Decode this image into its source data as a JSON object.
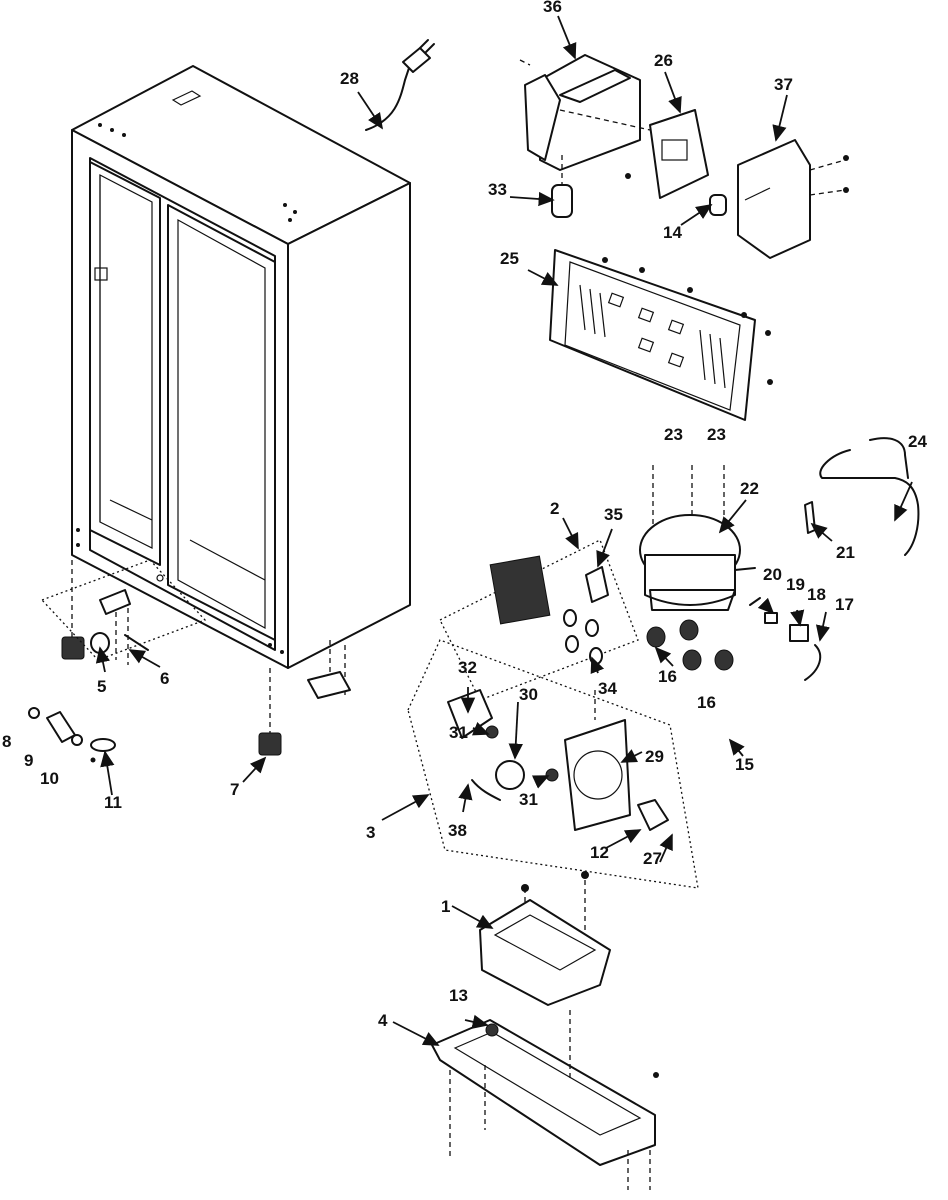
{
  "callouts": [
    "1",
    "2",
    "3",
    "4",
    "5",
    "6",
    "7",
    "8",
    "9",
    "10",
    "11",
    "12",
    "13",
    "14",
    "15",
    "16",
    "16",
    "17",
    "18",
    "19",
    "20",
    "21",
    "22",
    "23",
    "23",
    "24",
    "25",
    "26",
    "27",
    "28",
    "29",
    "30",
    "31",
    "31",
    "32",
    "33",
    "34",
    "35",
    "36",
    "37",
    "38"
  ]
}
